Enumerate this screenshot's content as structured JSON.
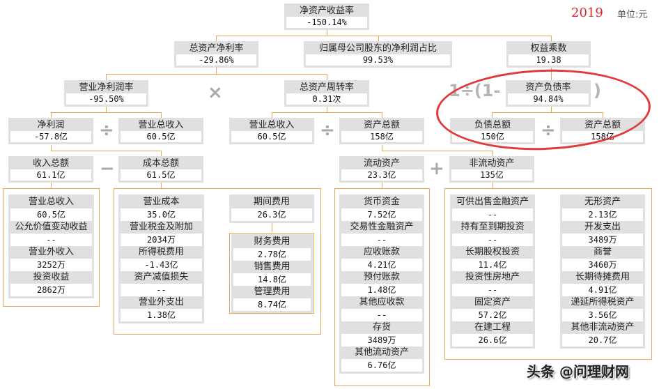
{
  "header": {
    "year": "2019",
    "unit": "单位:元"
  },
  "roe": {
    "label": "净资产收益率",
    "value": "-150.14%"
  },
  "roa": {
    "label": "总资产净利率",
    "value": "-29.86%"
  },
  "parent_share": {
    "label": "归属母公司股东的净利润占比",
    "value": "99.53%"
  },
  "equity_multiplier": {
    "label": "权益乘数",
    "value": "19.38"
  },
  "net_margin": {
    "label": "营业净利润率",
    "value": "-95.50%"
  },
  "asset_turnover": {
    "label": "总资产周转率",
    "value": "0.31次"
  },
  "debt_ratio": {
    "label": "资产负债率",
    "value": "94.84%"
  },
  "formula": {
    "prefix": "1÷(1-",
    "suffix": ")"
  },
  "net_profit": {
    "label": "净利润",
    "value": "-57.8亿"
  },
  "revenue_a": {
    "label": "营业总收入",
    "value": "60.5亿"
  },
  "revenue_b": {
    "label": "营业总收入",
    "value": "60.5亿"
  },
  "total_assets_a": {
    "label": "资产总额",
    "value": "158亿"
  },
  "total_liabilities": {
    "label": "负债总额",
    "value": "150亿"
  },
  "total_assets_b": {
    "label": "资产总额",
    "value": "158亿"
  },
  "total_income": {
    "label": "收入总额",
    "value": "61.1亿"
  },
  "total_cost": {
    "label": "成本总额",
    "value": "61.5亿"
  },
  "current_assets": {
    "label": "流动资产",
    "value": "23.3亿"
  },
  "noncurrent_assets": {
    "label": "非流动资产",
    "value": "135亿"
  },
  "operators": {
    "times": "×",
    "divide": "÷",
    "minus": "−",
    "plus": "+"
  },
  "income_items": [
    {
      "label": "营业总收入",
      "value": "60.5亿"
    },
    {
      "label": "公允价值变动收益",
      "value": "--"
    },
    {
      "label": "营业外收入",
      "value": "3252万"
    },
    {
      "label": "投资收益",
      "value": "2862万"
    }
  ],
  "cost_items": [
    {
      "label": "营业成本",
      "value": "35.0亿"
    },
    {
      "label": "营业税金及附加",
      "value": "2034万"
    },
    {
      "label": "所得税费用",
      "value": "-1.43亿"
    },
    {
      "label": "资产减值损失",
      "value": "--"
    },
    {
      "label": "营业外支出",
      "value": "1.38亿"
    }
  ],
  "period_expense": {
    "label": "期间费用",
    "value": "26.3亿"
  },
  "expense_items": [
    {
      "label": "财务费用",
      "value": "2.78亿"
    },
    {
      "label": "销售费用",
      "value": "14.8亿"
    },
    {
      "label": "管理费用",
      "value": "8.74亿"
    }
  ],
  "current_items": [
    {
      "label": "货币资金",
      "value": "7.52亿"
    },
    {
      "label": "交易性金融资产",
      "value": "--"
    },
    {
      "label": "应收账款",
      "value": "4.21亿"
    },
    {
      "label": "预付账款",
      "value": "1.48亿"
    },
    {
      "label": "其他应收款",
      "value": "--"
    },
    {
      "label": "存货",
      "value": "3489万"
    },
    {
      "label": "其他流动资产",
      "value": "6.76亿"
    }
  ],
  "noncurrent_left": [
    {
      "label": "可供出售金融资产",
      "value": "--"
    },
    {
      "label": "持有至到期投资",
      "value": "--"
    },
    {
      "label": "长期股权投资",
      "value": "11.4亿"
    },
    {
      "label": "投资性房地产",
      "value": "--"
    },
    {
      "label": "固定资产",
      "value": "57.2亿"
    },
    {
      "label": "在建工程",
      "value": "26.6亿"
    }
  ],
  "noncurrent_right": [
    {
      "label": "无形资产",
      "value": "2.13亿"
    },
    {
      "label": "开发支出",
      "value": "3489万"
    },
    {
      "label": "商誉",
      "value": "3460万"
    },
    {
      "label": "长期待摊费用",
      "value": "4.91亿"
    },
    {
      "label": "递延所得税资产",
      "value": "3.56亿"
    },
    {
      "label": "其他非流动资产",
      "value": "20.7亿"
    }
  ],
  "watermark": "头条 @问理财网"
}
